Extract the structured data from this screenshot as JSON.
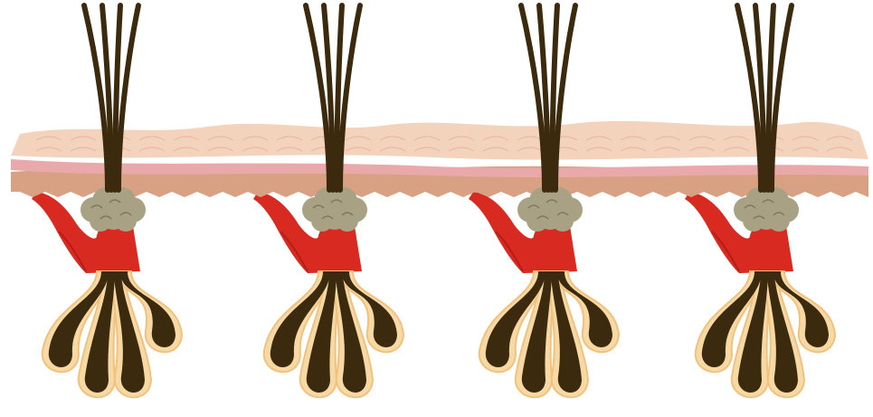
{
  "diagram": {
    "subject": "hair-follicle-units",
    "unit_count": 4,
    "hairs_per_unit": 4,
    "colors": {
      "background": "#ffffff",
      "skin_top": "#f4d3bc",
      "skin_line": "#e8b7a3",
      "skin_pink": "#e9a9ab",
      "skin_under": "#d9a183",
      "hair": "#3b2a0e",
      "hair_sheath": "#f7d9a6",
      "sheath_outline": "#f1c27e",
      "gland": "#a9a184",
      "gland_dark": "#7d7661",
      "muscle": "#d82a21",
      "muscle_dark": "#b71d17"
    }
  }
}
